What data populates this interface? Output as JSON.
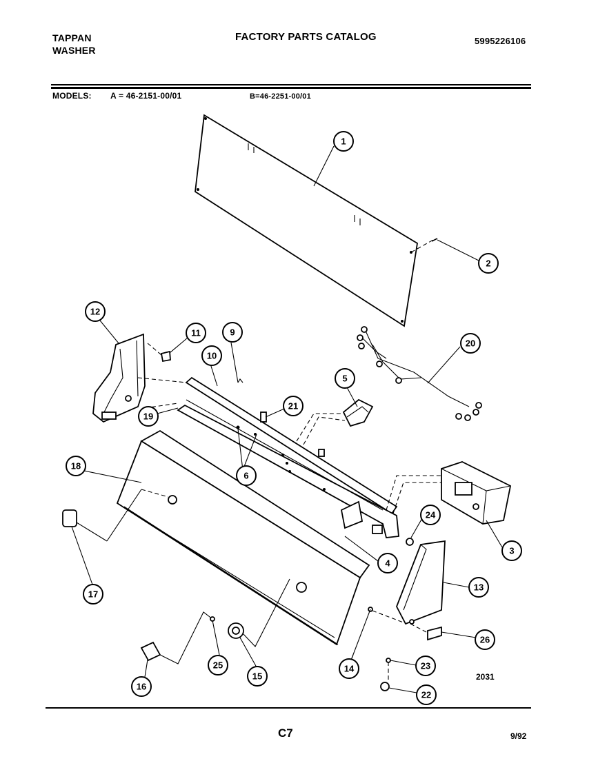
{
  "header": {
    "brand_line1": "TAPPAN",
    "brand_line2": "WASHER",
    "title": "FACTORY PARTS CATALOG",
    "catalog_number": "5995226106",
    "models_label": "MODELS:",
    "model_a": "A = 46-2151-00/01",
    "model_b": "B=46-2251-00/01"
  },
  "diagram": {
    "callouts": [
      "1",
      "2",
      "3",
      "4",
      "5",
      "6",
      "9",
      "10",
      "11",
      "12",
      "13",
      "14",
      "15",
      "16",
      "17",
      "18",
      "19",
      "20",
      "21",
      "22",
      "23",
      "24",
      "25",
      "26"
    ],
    "figure_code": "2031"
  },
  "footer": {
    "page": "C7",
    "date": "9/92"
  }
}
